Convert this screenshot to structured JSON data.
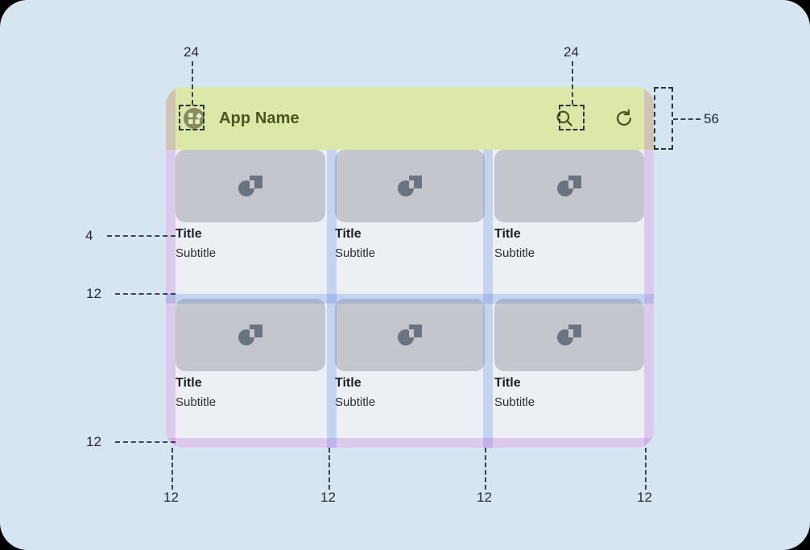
{
  "page": {
    "background_color": "#d6e5f2",
    "corner_radius": "34px"
  },
  "app_bar": {
    "title": "App Name",
    "height": 56,
    "background_color": "#dce8a8",
    "title_color": "#4b541f",
    "logo_icon": "app-logo-grid-icon",
    "actions": [
      {
        "icon": "search-icon",
        "name": "search-button",
        "size": 24
      },
      {
        "icon": "refresh-icon",
        "name": "refresh-button",
        "size": 24
      }
    ]
  },
  "grid": {
    "columns": 3,
    "rows": 2,
    "gutter": 12,
    "outer_padding": 12,
    "media_text_gap": 4,
    "card_media_icon": "image-placeholder-icon",
    "cards": [
      {
        "title": "Title",
        "subtitle": "Subtitle"
      },
      {
        "title": "Title",
        "subtitle": "Subtitle"
      },
      {
        "title": "Title",
        "subtitle": "Subtitle"
      },
      {
        "title": "Title",
        "subtitle": "Subtitle"
      },
      {
        "title": "Title",
        "subtitle": "Subtitle"
      },
      {
        "title": "Title",
        "subtitle": "Subtitle"
      }
    ]
  },
  "overlay_colors": {
    "outer_padding_band": "#b05ed6",
    "gutter_band": "#4678dc"
  },
  "annotations": {
    "logo_size": "24",
    "search_size": "24",
    "app_bar_height": "56",
    "media_to_title_gap": "4",
    "row_gap": "12",
    "bottom_padding": "12",
    "left_padding": "12",
    "gutter_1": "12",
    "gutter_2": "12",
    "right_padding": "12"
  }
}
